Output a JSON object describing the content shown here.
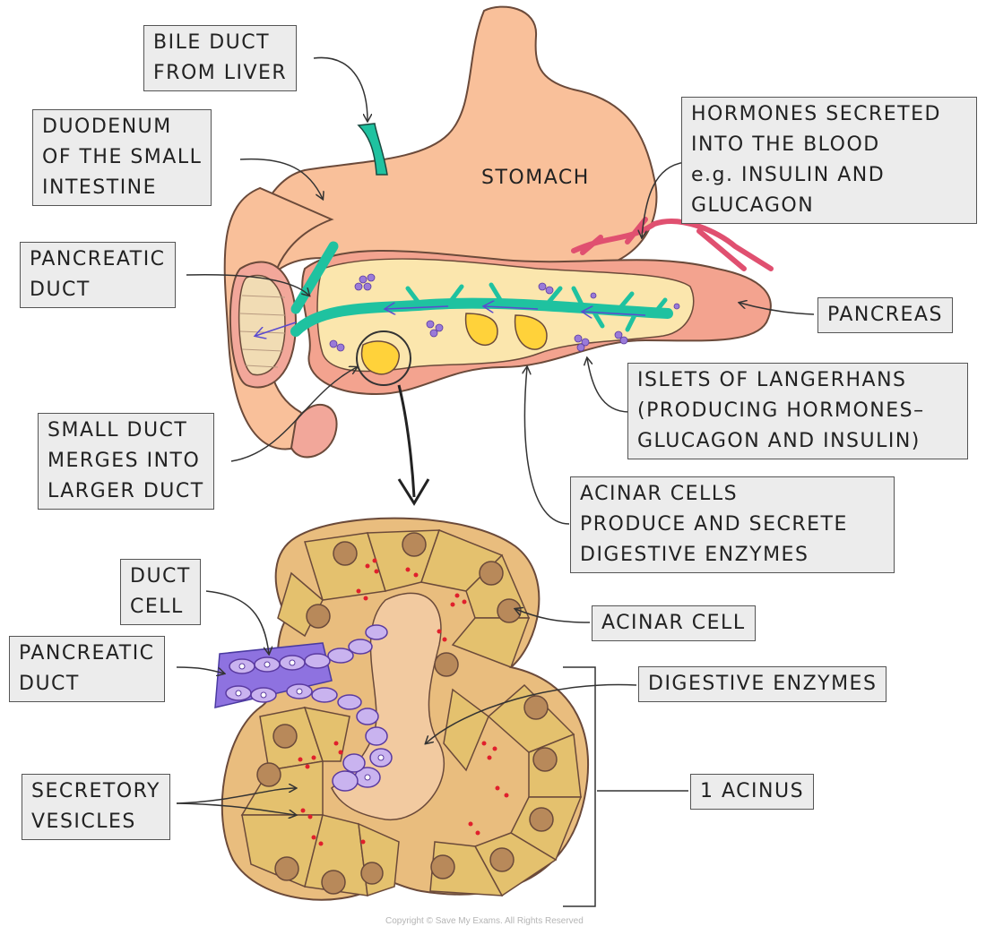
{
  "labels": {
    "bile_duct": [
      "BILE DUCT",
      "FROM LIVER"
    ],
    "duodenum": [
      "DUODENUM",
      "OF THE SMALL",
      "INTESTINE"
    ],
    "stomach": "STOMACH",
    "hormones": [
      "HORMONES SECRETED",
      "INTO THE BLOOD",
      "e.g. INSULIN AND",
      "GLUCAGON"
    ],
    "pancreatic_duct_top": [
      "PANCREATIC",
      "DUCT"
    ],
    "pancreas": "PANCREAS",
    "islets": [
      "ISLETS OF LANGERHANS",
      "(PRODUCING HORMONES–",
      "GLUCAGON AND INSULIN)"
    ],
    "small_duct": [
      "SMALL DUCT",
      "MERGES INTO",
      "LARGER DUCT"
    ],
    "acinar_cells": [
      "ACINAR CELLS",
      "PRODUCE AND SECRETE",
      "DIGESTIVE ENZYMES"
    ],
    "duct_cell": [
      "DUCT",
      "CELL"
    ],
    "acinar_cell": "ACINAR CELL",
    "pancreatic_duct_bottom": [
      "PANCREATIC",
      "DUCT"
    ],
    "digestive_enzymes": "DIGESTIVE ENZYMES",
    "secretory_vesicles": [
      "SECRETORY",
      "VESICLES"
    ],
    "acinus": "1 ACINUS"
  },
  "copyright": "Copyright © Save My Exams. All Rights Reserved",
  "colors": {
    "stomach": "#f9c09a",
    "pancreas": "#f3a38f",
    "duct": "#1fc2a0",
    "acinus_outer": "#e9bd7e",
    "acinar_cell": "#e4c16e",
    "nucleus": "#b8895a",
    "lumen": "#f2caa0",
    "duct_cell": "#c9b3ef",
    "duct_dark": "#8e72e0",
    "vesicle": "#e0202c",
    "islet": "#9a7ad8",
    "label_bg": "#ececec"
  }
}
